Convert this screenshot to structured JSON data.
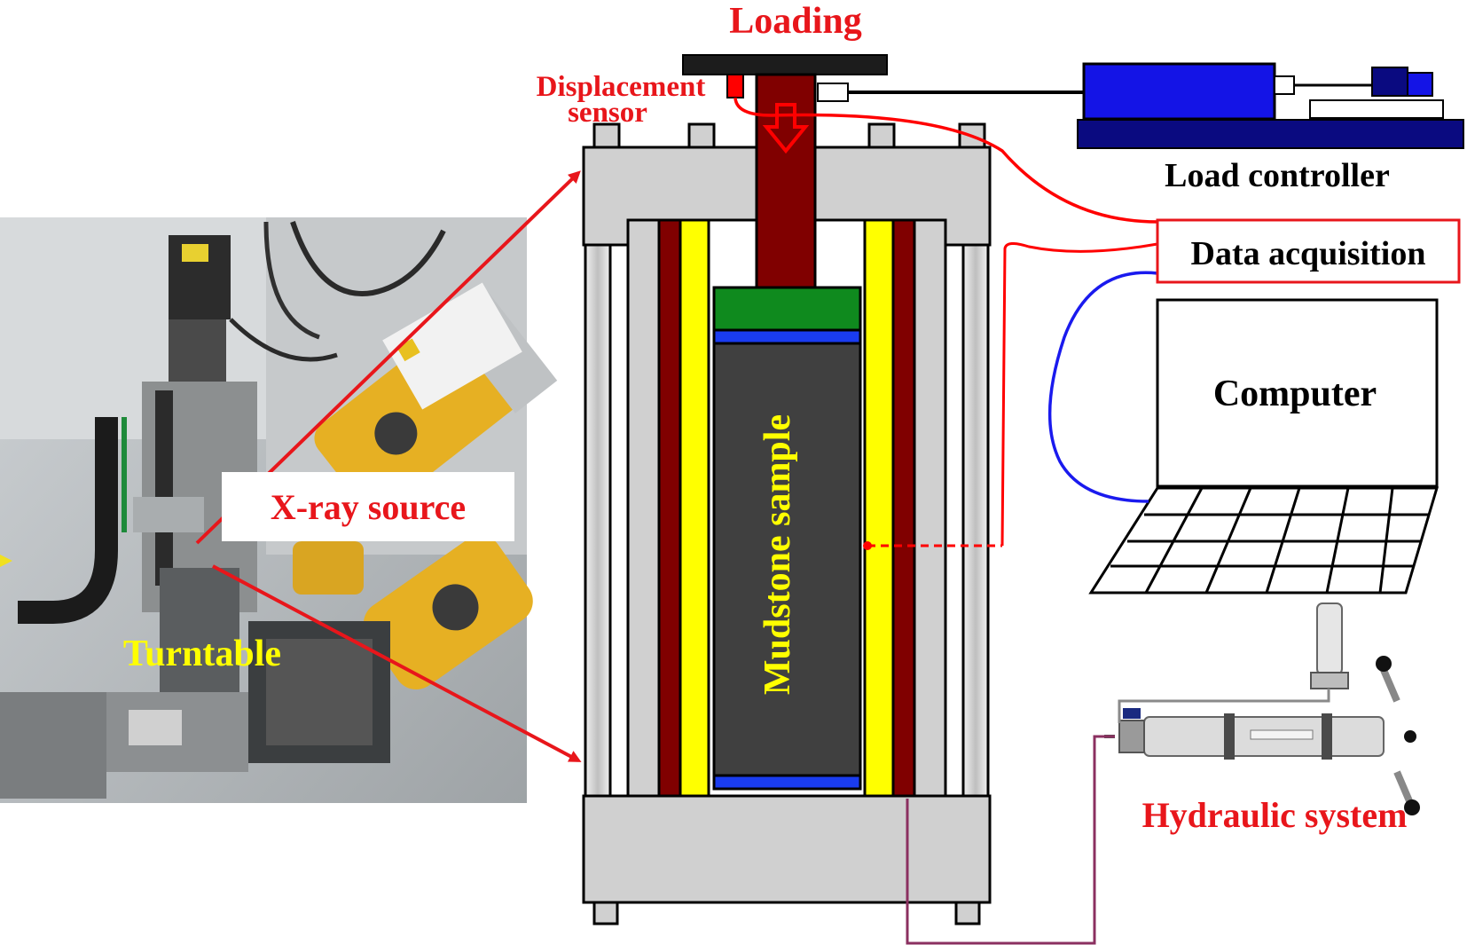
{
  "labels": {
    "loading": "Loading",
    "displacement_sensor_line1": "Displacement",
    "displacement_sensor_line2": "sensor",
    "load_controller": "Load controller",
    "data_acquisition": "Data acquisition",
    "computer": "Computer",
    "mudstone_sample": "Mudstone sample",
    "xray_source": "X-ray source",
    "turntable": "Turntable",
    "hydraulic_system": "Hydraulic system"
  },
  "colors": {
    "red_label": "#e8161b",
    "yellow_label": "#ffff00",
    "frame_gray": "#d0d0d0",
    "piston_maroon": "#800000",
    "sleeve_yellow": "#ffff00",
    "sample_dark": "#404040",
    "top_platen_green": "#0f8a1e",
    "porous_disc_blue": "#1a3cf0",
    "controller_blue": "#1414e6",
    "controller_navy": "#0a0a80",
    "cable_red": "#ff0000",
    "cable_blue": "#1a1aee",
    "hydraulic_line": "#8b3060"
  },
  "icons": {
    "photo": "xct-scanner-photo",
    "load_controller": "load-controller-icon",
    "computer": "laptop-icon",
    "hydraulic_pump": "hydraulic-pump-icon"
  }
}
